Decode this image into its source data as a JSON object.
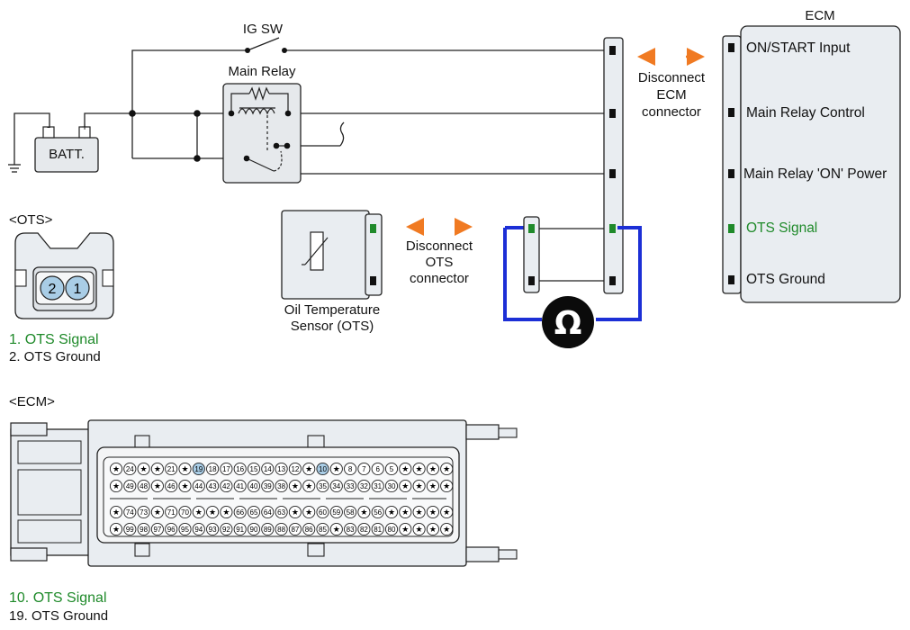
{
  "colors": {
    "signal": "#1f8a2a",
    "arrow": "#f07a22",
    "meter_wire": "#1c2fd6",
    "connector_fill": "#e9edf1",
    "pin_highlight": "#a9cde6"
  },
  "circuit": {
    "ig_sw": "IG SW",
    "main_relay": "Main Relay",
    "battery": "BATT.",
    "battery_neg": "-",
    "battery_pos": "+",
    "disconnect_ecm": [
      "Disconnect",
      "ECM",
      "connector"
    ],
    "disconnect_ots": [
      "Disconnect",
      "OTS",
      "connector"
    ],
    "sensor": [
      "Oil Temperature",
      "Sensor (OTS)"
    ],
    "meter_icon": "ohmmeter-icon",
    "meter_symbol": "Ω"
  },
  "ecm_box": {
    "title": "ECM",
    "pins": [
      {
        "label": "ON/START Input",
        "highlight": false
      },
      {
        "label": "Main Relay Control",
        "highlight": false
      },
      {
        "label": "Main Relay 'ON' Power",
        "highlight": false
      },
      {
        "label": "OTS Signal",
        "highlight": true
      },
      {
        "label": "OTS Ground",
        "highlight": false
      }
    ]
  },
  "ots_connector": {
    "title": "<OTS>",
    "pins": [
      "2",
      "1"
    ],
    "legend": [
      {
        "text": "1. OTS Signal",
        "highlight": true
      },
      {
        "text": "2. OTS Ground",
        "highlight": false
      }
    ]
  },
  "ecm_connector": {
    "title": "<ECM>",
    "rows": [
      [
        "★",
        "24",
        "★",
        "★",
        "21",
        "★",
        "19",
        "18",
        "17",
        "16",
        "15",
        "14",
        "13",
        "12",
        "★",
        "10",
        "★",
        "8",
        "7",
        "6",
        "5",
        "★",
        "★",
        "★",
        "★"
      ],
      [
        "★",
        "49",
        "48",
        "★",
        "46",
        "★",
        "44",
        "43",
        "42",
        "41",
        "40",
        "39",
        "38",
        "★",
        "★",
        "35",
        "34",
        "33",
        "32",
        "31",
        "30",
        "★",
        "★",
        "★",
        "★"
      ],
      [
        "★",
        "74",
        "73",
        "★",
        "71",
        "70",
        "★",
        "★",
        "★",
        "66",
        "65",
        "64",
        "63",
        "★",
        "★",
        "60",
        "59",
        "58",
        "★",
        "56",
        "★",
        "★",
        "★",
        "★",
        "★"
      ],
      [
        "★",
        "99",
        "98",
        "97",
        "96",
        "95",
        "94",
        "93",
        "92",
        "91",
        "90",
        "89",
        "88",
        "87",
        "86",
        "85",
        "★",
        "83",
        "82",
        "81",
        "80",
        "★",
        "★",
        "★",
        "★"
      ]
    ],
    "highlighted": [
      "19",
      "10"
    ],
    "legend": [
      {
        "text": "10. OTS Signal",
        "highlight": true
      },
      {
        "text": "19. OTS Ground",
        "highlight": false
      }
    ]
  }
}
